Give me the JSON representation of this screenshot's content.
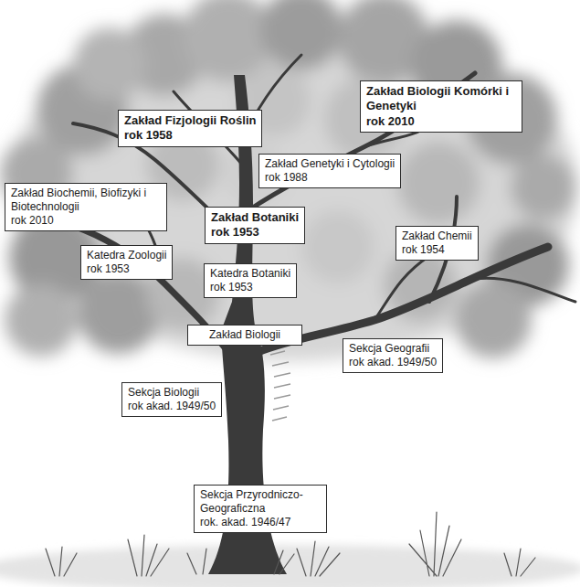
{
  "diagram": {
    "nodes": [
      {
        "text": [
          "Zakład Fizjologii Roślin",
          "rok 1958"
        ]
      },
      {
        "text": [
          "Zakład Biologii Komórki i Genetyki",
          "rok 2010"
        ]
      },
      {
        "text": [
          "Zakład Genetyki i Cytologii",
          "rok 1988"
        ]
      },
      {
        "text": [
          "Zakład Biochemii, Biofizyki i Biotechnologii",
          "rok 2010"
        ]
      },
      {
        "text": [
          "Zakład Botaniki",
          "rok 1953"
        ]
      },
      {
        "text": [
          "Zakład Chemii",
          "rok 1954"
        ]
      },
      {
        "text": [
          "Katedra Zoologii",
          "rok 1953"
        ]
      },
      {
        "text": [
          "Katedra Botaniki",
          "rok 1953"
        ]
      },
      {
        "text": [
          "Zakład Biologii"
        ]
      },
      {
        "text": [
          "Sekcja Geografii",
          "rok akad. 1949/50"
        ]
      },
      {
        "text": [
          "Sekcja Biologii",
          "rok akad. 1949/50"
        ]
      },
      {
        "text": [
          "Sekcja Przyrodniczo-Geograficzna",
          "rok. akad. 1946/47"
        ]
      }
    ]
  }
}
